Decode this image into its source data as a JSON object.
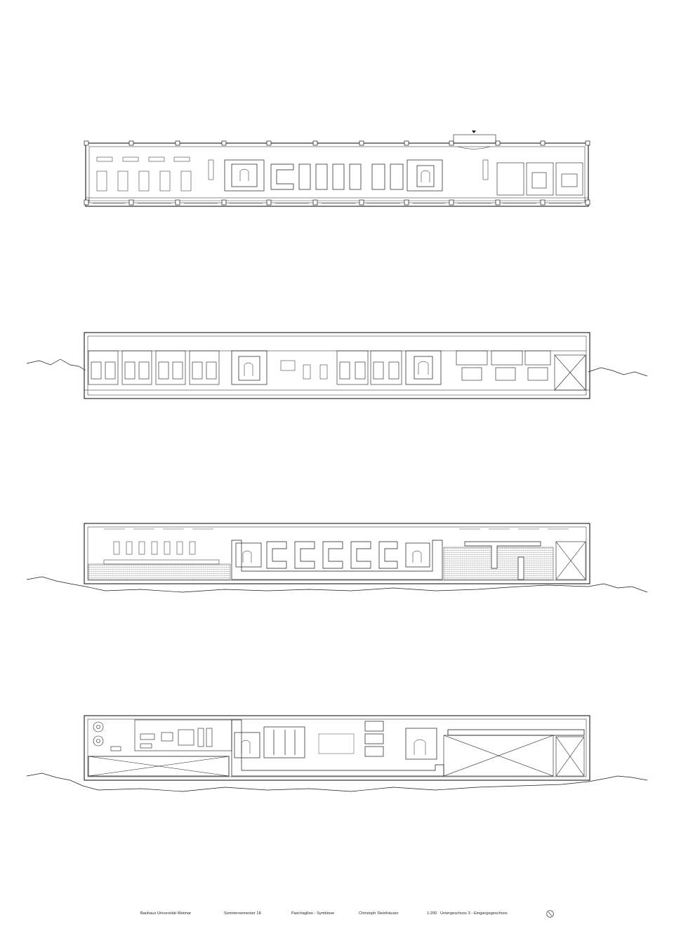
{
  "footer": {
    "university": "Bauhaus Universität Weimar",
    "semester": "Sommersemester 18",
    "project": "Paschaglioo - Symbiose",
    "author": "Christoph Steinhäuser",
    "scale": "1:200",
    "sheet_title": "Untergeschoss 3 - Eingangsgeschoss"
  },
  "icons": {
    "north_arrow": "north-arrow-icon",
    "entrance_marker": "entrance-arrow-icon"
  },
  "colors": {
    "line": "#1a1a1a",
    "hatch": "#9a9a9a",
    "background": "#ffffff"
  }
}
